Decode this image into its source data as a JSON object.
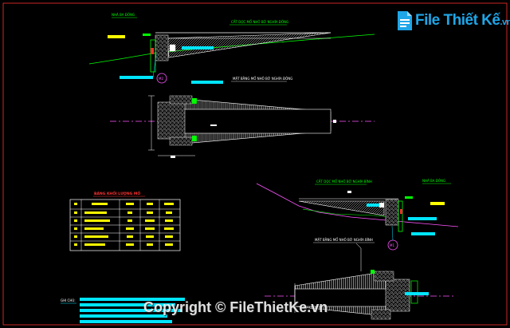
{
  "watermark": {
    "logo_text": "File Thiết Kế",
    "logo_domain": ".vn",
    "copyright": "Copyright © FileThietKe.vn"
  },
  "drawing": {
    "top_section_title": "CẮT DỌC MỐ NHÔ BỜ NGHĨA ĐÔNG",
    "top_plan_title": "MẶT BẰNG MỐ NHÔ BỜ NGHĨA ĐÔNG",
    "top_small_label": "NHÀ BA ĐÔNG",
    "top_circle_tag": "M2",
    "bottom_section_title": "CẮT DỌC MỐ NHÔ BỜ NGHĨA BÌNH",
    "bottom_plan_title": "MẶT BẰNG MỐ NHÔ BỜ NGHĨA BÌNH",
    "bottom_small_label": "NHÀ BA ĐÔNG",
    "bottom_circle_tag": "M1",
    "table_title": "BẢNG KHỐI LƯỢNG MỐ",
    "notes_label": "GHI CHÚ:"
  },
  "colors": {
    "background": "#000000",
    "section_line": "#ffffff",
    "ground": "#00ff00",
    "dimension": "#00e5ff",
    "yellow_fill": "#ffff00",
    "accent_red": "#ff3030",
    "centerline": "#ff55ff",
    "logo_blue": "#1fa6e8"
  }
}
